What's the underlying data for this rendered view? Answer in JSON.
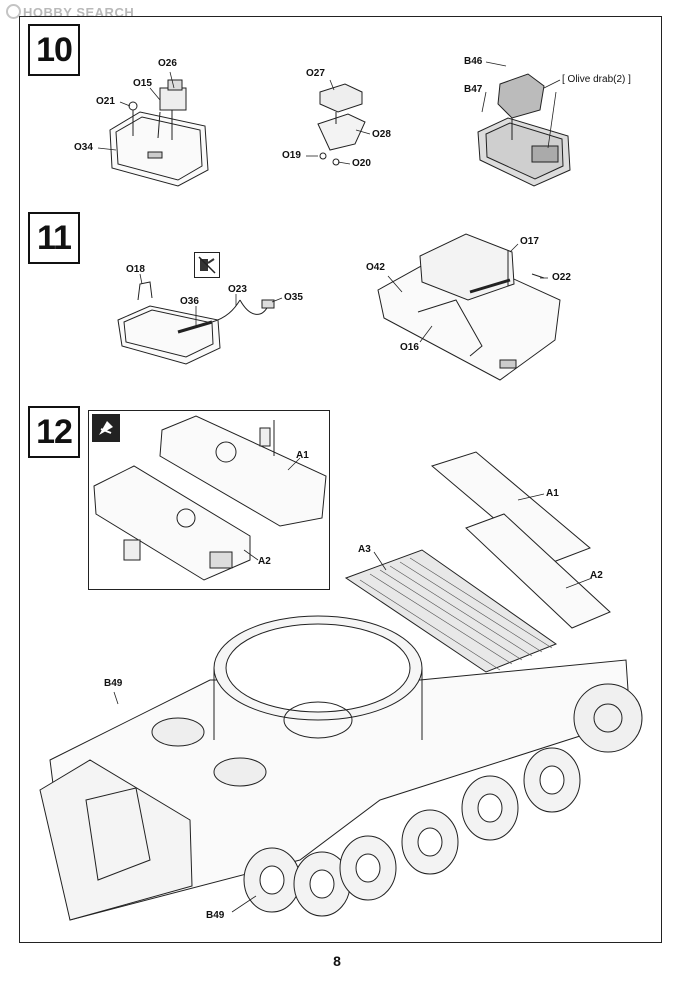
{
  "watermark": {
    "brand": "HOBBY SEARCH"
  },
  "steps": [
    {
      "number": "10"
    },
    {
      "number": "11"
    },
    {
      "number": "12"
    }
  ],
  "labels": {
    "s10": [
      "O26",
      "O15",
      "O21",
      "O34",
      "O27",
      "O28",
      "O19",
      "O20",
      "B46",
      "B47"
    ],
    "s11": [
      "O18",
      "O36",
      "O23",
      "O35",
      "O17",
      "O42",
      "O22",
      "O16"
    ],
    "s12": [
      "A1",
      "A2",
      "A1",
      "A3",
      "A2",
      "B49",
      "B49"
    ]
  },
  "color_note": "[ Olive drab(2) ]",
  "page_number": "8",
  "colors": {
    "line": "#222222",
    "accent": "#111111"
  },
  "icons": [
    "cement-icon",
    "reverse-view-icon"
  ]
}
